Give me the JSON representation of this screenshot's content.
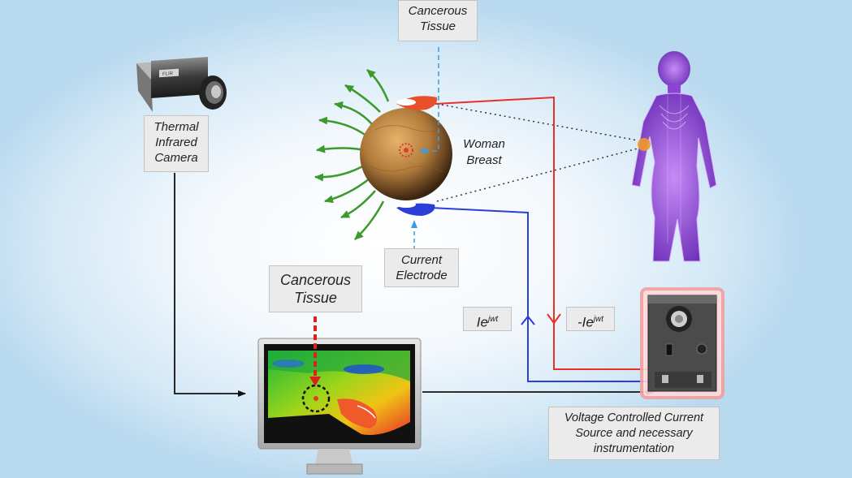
{
  "labels": {
    "cancerous_tissue_top": [
      "Cancerous",
      "Tissue"
    ],
    "thermal_camera": [
      "Thermal",
      "Infrared",
      "Camera"
    ],
    "woman_breast": [
      "Woman",
      "Breast"
    ],
    "current_electrode": [
      "Current",
      "Electrode"
    ],
    "cancerous_tissue_monitor": [
      "Cancerous",
      "Tissue"
    ],
    "current_positive": {
      "base": "Ie",
      "sup": "jwt"
    },
    "current_negative": {
      "base": "-Ie",
      "sup": "jwt"
    },
    "voltage_source": [
      "Voltage Controlled Current",
      "Source and necessary",
      "instrumentation"
    ],
    "camera_brand": "FLIR"
  },
  "colors": {
    "positive_wire": "#e8302a",
    "negative_wire": "#2b3fd6",
    "heat_arrow": "#3a9a2c",
    "tissue_marker": "#d83a2a",
    "dashed_link": "#3c9be0",
    "body_silhouette": "#9a4ce0"
  }
}
